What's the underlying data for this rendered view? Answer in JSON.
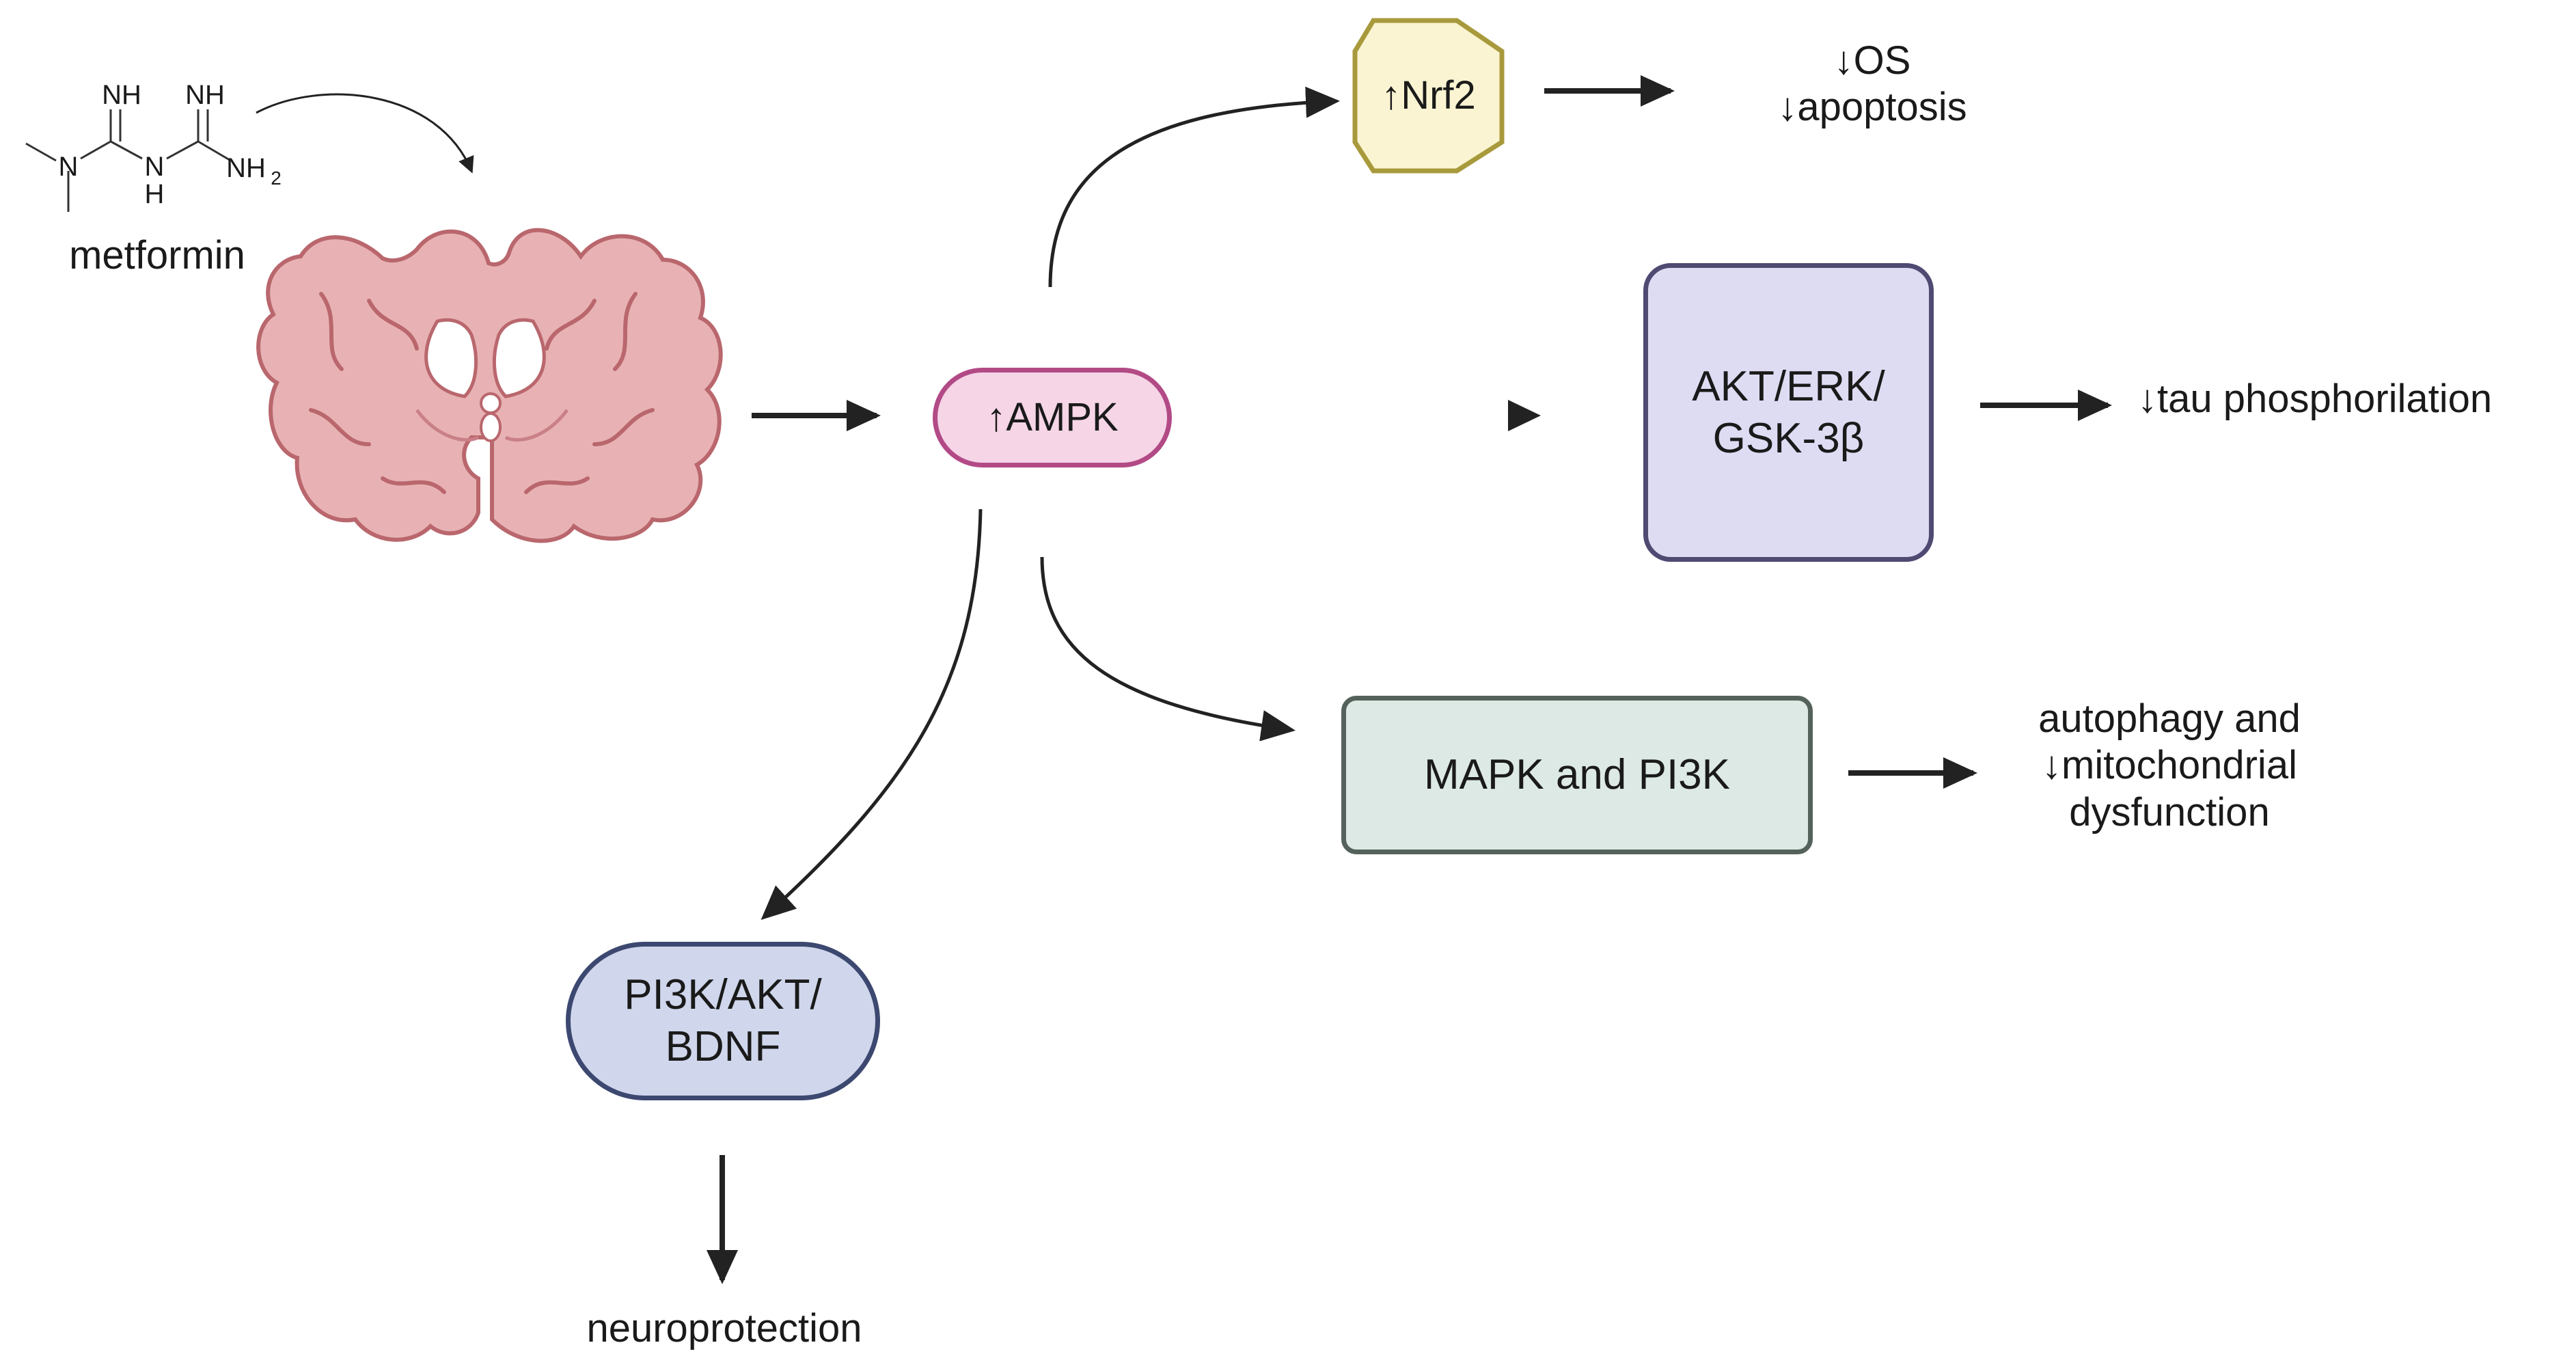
{
  "colors": {
    "ampk_fill": "#F5D5E6",
    "ampk_border": "#B24A86",
    "nrf2_fill": "#FAF4D2",
    "nrf2_border": "#A89A3C",
    "akt_fill": "#DEDCF3",
    "akt_border": "#4E4A72",
    "mapk_fill": "#DDE9E4",
    "mapk_border": "#55625C",
    "pi3k_fill": "#D0D7EC",
    "pi3k_border": "#3C4870",
    "brain_fill": "#E8B2B4",
    "brain_stroke": "#B9676D",
    "arrow": "#222222"
  },
  "molecule": {
    "atom_nh_top_left": "NH",
    "atom_nh_top_right": "NH",
    "atom_n": "N",
    "atom_nh_mid": "N",
    "atom_h_mid": "H",
    "atom_nh2": "NH",
    "atom_nh2_sub": "2"
  },
  "labels": {
    "metformin": "metformin",
    "os": "↓OS\n↓apoptosis",
    "tau": "↓tau phosphorilation",
    "autophagy": "autophagy and\n↓mitochondrial\ndysfunction",
    "neuroprotection": "neuroprotection"
  },
  "nodes": {
    "ampk": "↑AMPK",
    "nrf2": "↑Nrf2",
    "akt": "AKT/ERK/\nGSK-3β",
    "mapk": "MAPK and PI3K",
    "pi3k": "PI3K/AKT/\nBDNF"
  }
}
